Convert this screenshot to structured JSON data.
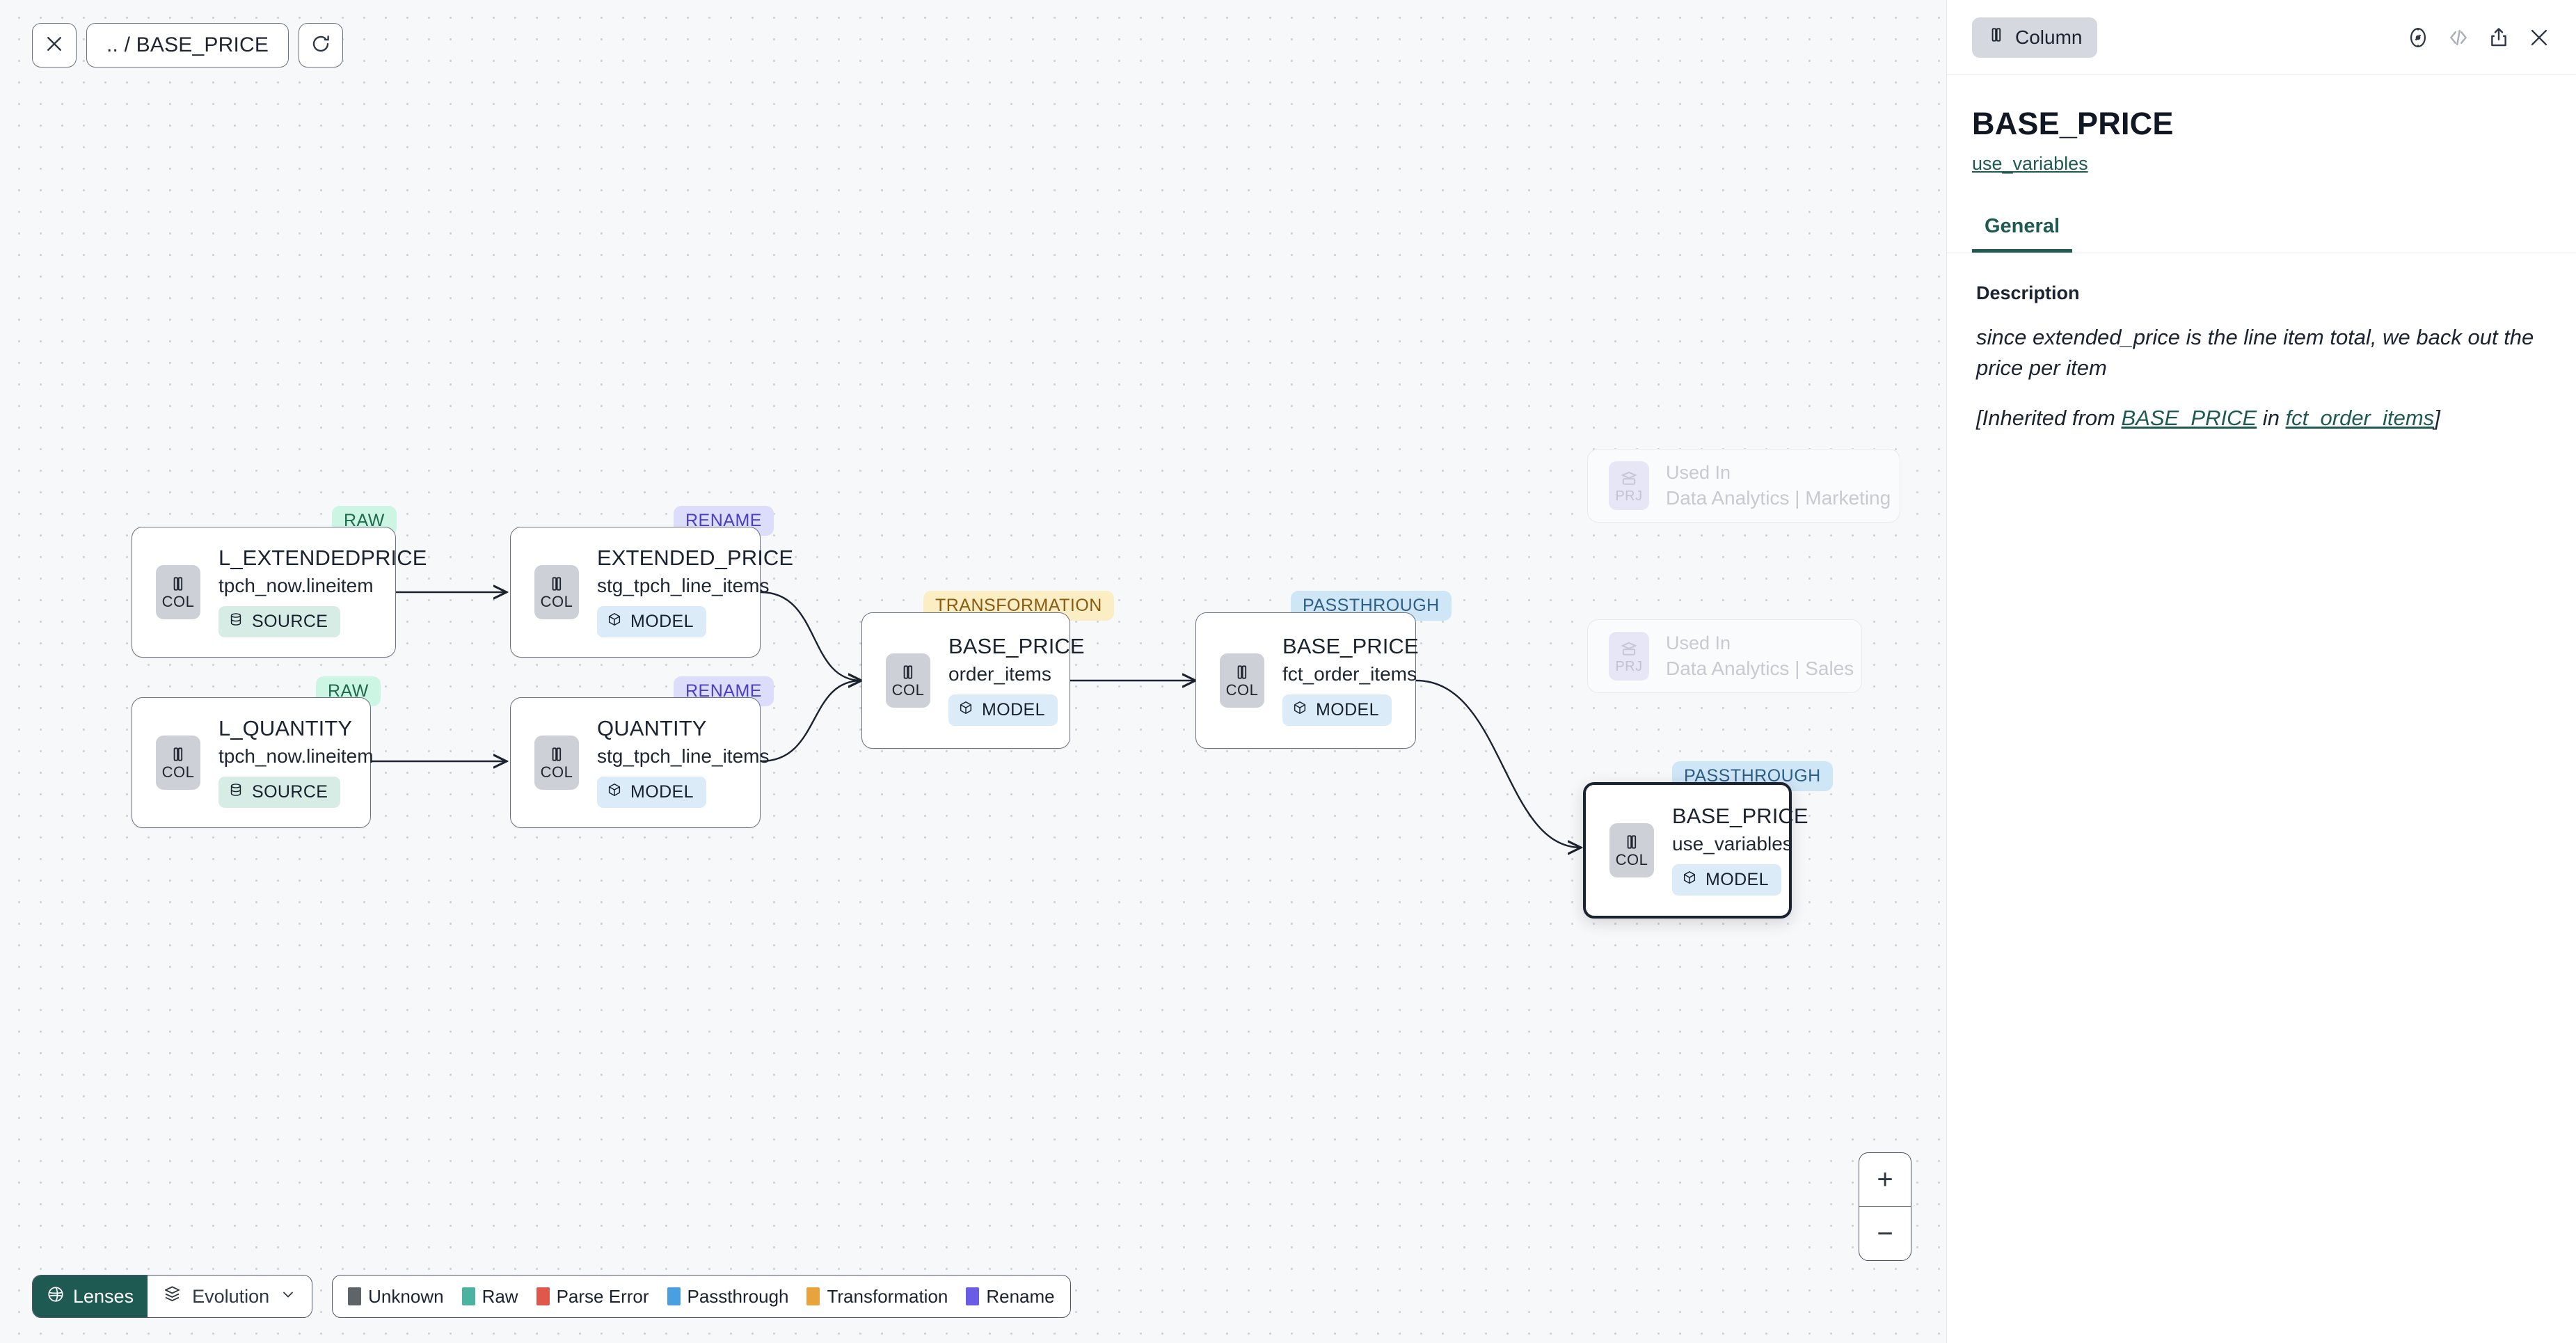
{
  "canvas": {
    "toolbar": {
      "close_icon": "close-icon",
      "breadcrumb": ".. / BASE_PRICE",
      "refresh_icon": "refresh-icon"
    },
    "nodes": [
      {
        "id": "l_extendedprice",
        "title": "L_EXTENDEDPRICE",
        "subtitle": "tpch_now.lineitem",
        "chip": "COL",
        "badge": "SOURCE",
        "badge_type": "src",
        "tag": "RAW",
        "tag_type": "raw",
        "selected": false
      },
      {
        "id": "l_quantity",
        "title": "L_QUANTITY",
        "subtitle": "tpch_now.lineitem",
        "chip": "COL",
        "badge": "SOURCE",
        "badge_type": "src",
        "tag": "RAW",
        "tag_type": "raw",
        "selected": false
      },
      {
        "id": "extended_price",
        "title": "EXTENDED_PRICE",
        "subtitle": "stg_tpch_line_items",
        "chip": "COL",
        "badge": "MODEL",
        "badge_type": "mdl",
        "tag": "RENAME",
        "tag_type": "ren",
        "selected": false
      },
      {
        "id": "quantity",
        "title": "QUANTITY",
        "subtitle": "stg_tpch_line_items",
        "chip": "COL",
        "badge": "MODEL",
        "badge_type": "mdl",
        "tag": "RENAME",
        "tag_type": "ren",
        "selected": false
      },
      {
        "id": "base_price_order_items",
        "title": "BASE_PRICE",
        "subtitle": "order_items",
        "chip": "COL",
        "badge": "MODEL",
        "badge_type": "mdl",
        "tag": "TRANSFORMATION",
        "tag_type": "trans",
        "selected": false
      },
      {
        "id": "base_price_fct",
        "title": "BASE_PRICE",
        "subtitle": "fct_order_items",
        "chip": "COL",
        "badge": "MODEL",
        "badge_type": "mdl",
        "tag": "PASSTHROUGH",
        "tag_type": "pass",
        "selected": false
      },
      {
        "id": "base_price_use_variables",
        "title": "BASE_PRICE",
        "subtitle": "use_variables",
        "chip": "COL",
        "badge": "MODEL",
        "badge_type": "mdl",
        "tag": "PASSTHROUGH",
        "tag_type": "pass",
        "selected": true
      }
    ],
    "ghost_nodes": [
      {
        "id": "used_in_marketing",
        "chip": "PRJ",
        "label": "Used In",
        "name": "Data Analytics | Marketing"
      },
      {
        "id": "used_in_sales",
        "chip": "PRJ",
        "label": "Used In",
        "name": "Data Analytics | Sales"
      }
    ],
    "zoom_controls": {
      "zoom_in": "+",
      "zoom_out": "−"
    },
    "bottom_bar": {
      "lenses_label": "Lenses",
      "lenses_icon": "aperture-icon",
      "evolution_label": "Evolution",
      "evolution_icon": "layers-icon",
      "chevron": "chevron-down-icon",
      "legend": [
        {
          "label": "Unknown",
          "color": "#5f6469"
        },
        {
          "label": "Raw",
          "color": "#4cb3a0"
        },
        {
          "label": "Parse Error",
          "color": "#e0584c"
        },
        {
          "label": "Passthrough",
          "color": "#4a9fe0"
        },
        {
          "label": "Transformation",
          "color": "#e8a33d"
        },
        {
          "label": "Rename",
          "color": "#6b5ce7"
        }
      ]
    }
  },
  "panel": {
    "type_chip": "Column",
    "type_chip_icon": "column-icon",
    "actions": [
      {
        "name": "explore-icon",
        "glyph": "compass"
      },
      {
        "name": "code-icon",
        "glyph": "code"
      },
      {
        "name": "share-icon",
        "glyph": "share"
      },
      {
        "name": "close-icon",
        "glyph": "close"
      }
    ],
    "title": "BASE_PRICE",
    "model_link": "use_variables",
    "tabs": [
      {
        "label": "General",
        "active": true
      }
    ],
    "description_label": "Description",
    "description_text": "since extended_price is the line item total, we back out the price per item",
    "inherited_prefix": "[Inherited from ",
    "inherited_column": "BASE_PRICE",
    "inherited_mid": " in ",
    "inherited_model": "fct_order_items",
    "inherited_suffix": "]"
  }
}
